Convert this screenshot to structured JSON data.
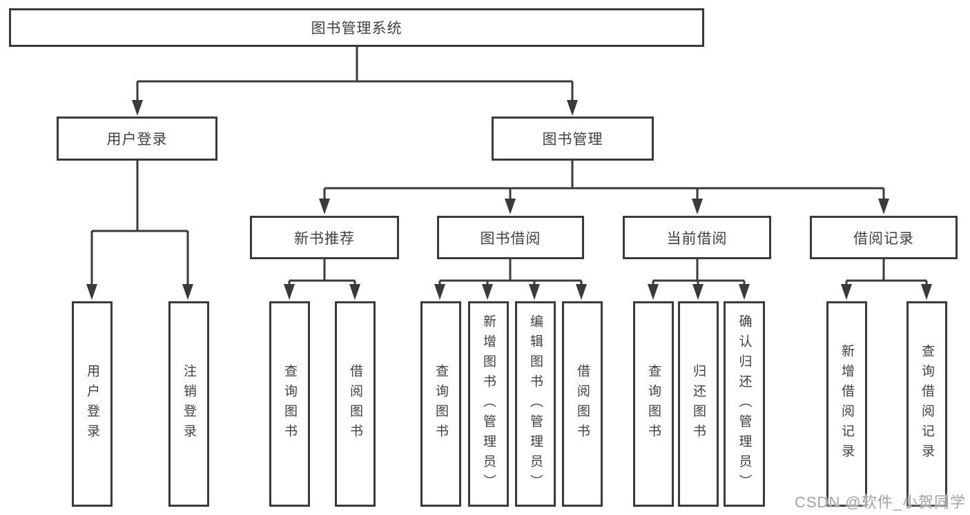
{
  "diagram_type": "tree",
  "tree": {
    "root": {
      "label": "图书管理系统",
      "children": [
        {
          "label": "用户登录",
          "children": [
            {
              "label": "用户登录"
            },
            {
              "label": "注销登录"
            }
          ]
        },
        {
          "label": "图书管理",
          "children": [
            {
              "label": "新书推荐",
              "children": [
                {
                  "label": "查询图书"
                },
                {
                  "label": "借阅图书"
                }
              ]
            },
            {
              "label": "图书借阅",
              "children": [
                {
                  "label": "查询图书"
                },
                {
                  "label": "新增图书（管理员）"
                },
                {
                  "label": "编辑图书（管理员）"
                },
                {
                  "label": "借阅图书"
                }
              ]
            },
            {
              "label": "当前借阅",
              "children": [
                {
                  "label": "查询图书"
                },
                {
                  "label": "归还图书"
                },
                {
                  "label": "确认归还（管理员）"
                }
              ]
            },
            {
              "label": "借阅记录",
              "children": [
                {
                  "label": "新增借阅记录"
                },
                {
                  "label": "查询借阅记录"
                }
              ]
            }
          ]
        }
      ]
    }
  },
  "watermark": {
    "text": "CSDN @软件_小贺同学"
  },
  "colors": {
    "line": "#3a3a3a",
    "box_border": "#3a3a3a",
    "text": "#404040",
    "watermark": "#a3a3a3",
    "background": "#ffffff"
  }
}
